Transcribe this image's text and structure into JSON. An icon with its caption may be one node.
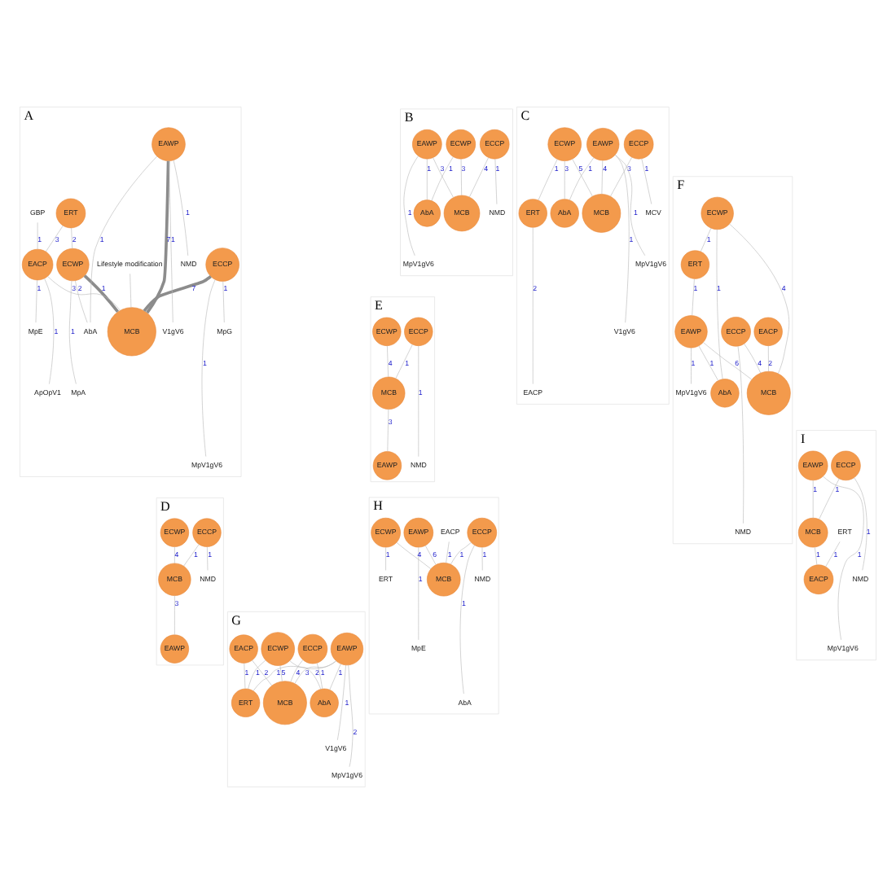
{
  "diagram": {
    "nodes": [
      {
        "text": [
          "A"
        ]
      },
      {
        "text": [
          "ECWP"
        ],
        "in": 0
      },
      {
        "text": [
          "ECCP"
        ],
        "in": 0
      },
      {
        "text": [
          "EAWP"
        ],
        "in": 0
      },
      {
        "text": [
          "ERT"
        ],
        "in": 0
      },
      {
        "text": [
          "EACP"
        ],
        "in": 0
      },
      {
        "text": [
          "GBP"
        ],
        "in": 0
      },
      {
        "text": [
          "ApOpV1"
        ],
        "in": 0
      },
      {
        "text": [
          "Lifestyle modification"
        ],
        "in": 0
      },
      {
        "text": [
          "AbA"
        ],
        "in": 0
      },
      {
        "text": [
          "MCB"
        ],
        "in": 0
      },
      {
        "text": [
          "V1gV6"
        ],
        "in": 0
      },
      {
        "text": [
          "MpA"
        ],
        "in": 0
      },
      {
        "text": [
          "NMD"
        ],
        "in": 0
      },
      {
        "text": [
          "MpE"
        ],
        "in": 0
      },
      {
        "text": [
          "MpG"
        ],
        "in": 0
      },
      {
        "text": [
          "MpV1gV6"
        ],
        "in": 0
      },
      {
        "text": [
          "B"
        ]
      },
      {
        "text": [
          "ECCP"
        ],
        "in": 17
      },
      {
        "text": [
          "EAWP"
        ],
        "in": 17
      },
      {
        "text": [
          "ECWP"
        ],
        "in": 17
      },
      {
        "text": [
          "AbA"
        ],
        "in": 17
      },
      {
        "text": [
          "MCB"
        ],
        "in": 17
      },
      {
        "text": [
          "NMD"
        ],
        "in": 17
      },
      {
        "text": [
          "MpV1gV6"
        ],
        "in": 17
      },
      {
        "text": [
          "C"
        ]
      },
      {
        "text": [
          "ECCP"
        ],
        "in": 25
      },
      {
        "text": [
          "EAWP"
        ],
        "in": 25
      },
      {
        "text": [
          "ECWP"
        ],
        "in": 25
      },
      {
        "text": [
          "EACP"
        ],
        "in": 25
      },
      {
        "text": [
          "ERT"
        ],
        "in": 25
      },
      {
        "text": [
          "AbA"
        ],
        "in": 25
      },
      {
        "text": [
          "MCB"
        ],
        "in": 25
      },
      {
        "text": [
          "V1gV6"
        ],
        "in": 25
      },
      {
        "text": [
          "MCV"
        ],
        "in": 25
      },
      {
        "text": [
          "MpV1gV6"
        ],
        "in": 25
      },
      {
        "text": [
          "D"
        ]
      },
      {
        "text": [
          "ECCP"
        ],
        "in": 36
      },
      {
        "text": [
          "ECWP"
        ],
        "in": 36
      },
      {
        "text": [
          "EAWP"
        ],
        "in": 36
      },
      {
        "text": [
          "MCB"
        ],
        "in": 36
      },
      {
        "text": [
          "NMD"
        ],
        "in": 36
      },
      {
        "text": [
          "E"
        ]
      },
      {
        "text": [
          "ECCP"
        ],
        "in": 42
      },
      {
        "text": [
          "ECWP"
        ],
        "in": 42
      },
      {
        "text": [
          "EAWP"
        ],
        "in": 42
      },
      {
        "text": [
          "MCB"
        ],
        "in": 42
      },
      {
        "text": [
          "NMD"
        ],
        "in": 42
      },
      {
        "text": [
          "F"
        ]
      },
      {
        "text": [
          "EAWP"
        ],
        "in": 48
      },
      {
        "text": [
          "ECCP"
        ],
        "in": 48
      },
      {
        "text": [
          "EACP"
        ],
        "in": 48
      },
      {
        "text": [
          "ECWP"
        ],
        "in": 48
      },
      {
        "text": [
          "AbA"
        ],
        "in": 48
      },
      {
        "text": [
          "ERT"
        ],
        "in": 48
      },
      {
        "text": [
          "NMD"
        ],
        "in": 48
      },
      {
        "text": [
          "MCB"
        ],
        "in": 48
      },
      {
        "text": [
          "MpV1gV6"
        ],
        "in": 48
      },
      {
        "text": [
          "G"
        ]
      },
      {
        "text": [
          "EAWP"
        ],
        "in": 58
      },
      {
        "text": [
          "ECCP"
        ],
        "in": 58
      },
      {
        "text": [
          "EACP"
        ],
        "in": 58
      },
      {
        "text": [
          "ECWP"
        ],
        "in": 58
      },
      {
        "text": [
          "AbA"
        ],
        "in": 58
      },
      {
        "text": [
          "ERT"
        ],
        "in": 58
      },
      {
        "text": [
          "V1gV6"
        ],
        "in": 58
      },
      {
        "text": [
          "MCB"
        ],
        "in": 58
      },
      {
        "text": [
          "MpV1gV6"
        ],
        "in": 58
      },
      {
        "text": [
          "H"
        ]
      },
      {
        "text": [
          "EAWP"
        ],
        "in": 68
      },
      {
        "text": [
          "ECCP"
        ],
        "in": 68
      },
      {
        "text": [
          "EACP"
        ],
        "in": 68
      },
      {
        "text": [
          "ECWP"
        ],
        "in": 68
      },
      {
        "text": [
          "AbA"
        ],
        "in": 68
      },
      {
        "text": [
          "ERT"
        ],
        "in": 68
      },
      {
        "text": [
          "NMD"
        ],
        "in": 68
      },
      {
        "text": [
          "MCB"
        ],
        "in": 68
      },
      {
        "text": [
          "MpE"
        ],
        "in": 68
      },
      {
        "text": [
          "I"
        ]
      },
      {
        "text": [
          "ECCP"
        ],
        "in": 78
      },
      {
        "text": [
          "EAWP"
        ],
        "in": 78
      },
      {
        "text": [
          "ERT"
        ],
        "in": 78
      },
      {
        "text": [
          "EACP"
        ],
        "in": 78
      },
      {
        "text": [
          "MCB"
        ],
        "in": 78
      },
      {
        "text": [
          "NMD"
        ],
        "in": 78
      },
      {
        "text": [
          "MpV1gV6"
        ],
        "in": 78
      }
    ],
    "edges": [
      {
        "from": 4,
        "to": 1,
        "arrow": "none",
        "label": "2"
      },
      {
        "from": 4,
        "to": 5,
        "arrow": "none",
        "label": "3"
      },
      {
        "from": 1,
        "to": 10,
        "arrow": "none",
        "label": "1",
        "style": "thick"
      },
      {
        "from": 2,
        "to": 10,
        "arrow": "none",
        "label": "7",
        "style": "thick"
      },
      {
        "from": 3,
        "to": 10,
        "arrow": "none",
        "label": "7",
        "style": "thick"
      },
      {
        "from": 5,
        "to": 10,
        "arrow": "none",
        "label": "3"
      },
      {
        "from": 8,
        "to": 10,
        "arrow": "none"
      },
      {
        "from": 6,
        "to": 5,
        "arrow": "none",
        "label": "1"
      },
      {
        "from": 1,
        "to": 9,
        "arrow": "none",
        "label": "2"
      },
      {
        "from": 5,
        "to": 7,
        "arrow": "none",
        "label": "1"
      },
      {
        "from": 3,
        "to": 11,
        "arrow": "none",
        "label": "1"
      },
      {
        "from": 2,
        "to": 15,
        "arrow": "none",
        "label": "1"
      },
      {
        "from": 3,
        "to": 13,
        "arrow": "none",
        "label": "1"
      },
      {
        "from": 2,
        "to": 16,
        "arrow": "none",
        "label": "1"
      },
      {
        "from": 5,
        "to": 14,
        "arrow": "none",
        "label": "1"
      },
      {
        "from": 1,
        "to": 12,
        "arrow": "none",
        "label": "1"
      },
      {
        "from": 3,
        "to": 9,
        "arrow": "none",
        "label": "1"
      },
      {
        "from": 20,
        "to": 22,
        "arrow": "none",
        "label": "3"
      },
      {
        "from": 18,
        "to": 22,
        "arrow": "none",
        "label": "4"
      },
      {
        "from": 19,
        "to": 22,
        "arrow": "none",
        "label": "3"
      },
      {
        "from": 20,
        "to": 21,
        "arrow": "none",
        "label": "1"
      },
      {
        "from": 19,
        "to": 21,
        "arrow": "none",
        "label": "1"
      },
      {
        "from": 18,
        "to": 23,
        "arrow": "none",
        "label": "1"
      },
      {
        "from": 19,
        "to": 24,
        "arrow": "none",
        "label": "1"
      },
      {
        "from": 28,
        "to": 30,
        "arrow": "none",
        "label": "1"
      },
      {
        "from": 28,
        "to": 32,
        "arrow": "none",
        "label": "5"
      },
      {
        "from": 26,
        "to": 32,
        "arrow": "none",
        "label": "3"
      },
      {
        "from": 27,
        "to": 32,
        "arrow": "none",
        "label": "4"
      },
      {
        "from": 30,
        "to": 29,
        "arrow": "none",
        "label": "2"
      },
      {
        "from": 28,
        "to": 31,
        "arrow": "none",
        "label": "3"
      },
      {
        "from": 26,
        "to": 34,
        "arrow": "none",
        "label": "1"
      },
      {
        "from": 27,
        "to": 35,
        "arrow": "none",
        "label": "1"
      },
      {
        "from": 27,
        "to": 33,
        "arrow": "none",
        "label": "1"
      },
      {
        "from": 27,
        "to": 31,
        "arrow": "none",
        "label": "1"
      },
      {
        "from": 38,
        "to": 40,
        "arrow": "none",
        "label": "4"
      },
      {
        "from": 37,
        "to": 40,
        "arrow": "none",
        "label": "1"
      },
      {
        "from": 37,
        "to": 41,
        "arrow": "none",
        "label": "1"
      },
      {
        "from": 40,
        "to": 39,
        "arrow": "none",
        "label": "3"
      },
      {
        "from": 44,
        "to": 46,
        "arrow": "none",
        "label": "4"
      },
      {
        "from": 43,
        "to": 46,
        "arrow": "none",
        "label": "1"
      },
      {
        "from": 43,
        "to": 47,
        "arrow": "none",
        "label": "1"
      },
      {
        "from": 46,
        "to": 45,
        "arrow": "none",
        "label": "3"
      },
      {
        "from": 50,
        "to": 56,
        "arrow": "none",
        "label": "4"
      },
      {
        "from": 49,
        "to": 56,
        "arrow": "none",
        "label": "6"
      },
      {
        "from": 52,
        "to": 56,
        "arrow": "none",
        "label": "4"
      },
      {
        "from": 52,
        "to": 54,
        "arrow": "none",
        "label": "1"
      },
      {
        "from": 54,
        "to": 49,
        "arrow": "none",
        "label": "1"
      },
      {
        "from": 51,
        "to": 56,
        "arrow": "none",
        "label": "2"
      },
      {
        "from": 52,
        "to": 53,
        "arrow": "none",
        "label": "1"
      },
      {
        "from": 49,
        "to": 53,
        "arrow": "none",
        "label": "1"
      },
      {
        "from": 50,
        "to": 55,
        "arrow": "none"
      },
      {
        "from": 49,
        "to": 57,
        "arrow": "none",
        "label": "1"
      },
      {
        "from": 62,
        "to": 64,
        "arrow": "none",
        "label": "1"
      },
      {
        "from": 62,
        "to": 66,
        "arrow": "none",
        "label": "5"
      },
      {
        "from": 60,
        "to": 66,
        "arrow": "none",
        "label": "4"
      },
      {
        "from": 59,
        "to": 66,
        "arrow": "none",
        "label": "3"
      },
      {
        "from": 61,
        "to": 66,
        "arrow": "none",
        "label": "2"
      },
      {
        "from": 61,
        "to": 64,
        "arrow": "none",
        "label": "1"
      },
      {
        "from": 62,
        "to": 63,
        "arrow": "none",
        "label": "2"
      },
      {
        "from": 60,
        "to": 63,
        "arrow": "none",
        "label": "1"
      },
      {
        "from": 59,
        "to": 63,
        "arrow": "none",
        "label": "1"
      },
      {
        "from": 59,
        "to": 65,
        "arrow": "none",
        "label": "1"
      },
      {
        "from": 59,
        "to": 67,
        "arrow": "none",
        "label": "2"
      },
      {
        "from": 59,
        "to": 64,
        "arrow": "none",
        "label": "1"
      },
      {
        "from": 72,
        "to": 74,
        "arrow": "none",
        "label": "1"
      },
      {
        "from": 72,
        "to": 76,
        "arrow": "none",
        "label": "4"
      },
      {
        "from": 70,
        "to": 76,
        "arrow": "none",
        "label": "1"
      },
      {
        "from": 69,
        "to": 76,
        "arrow": "none",
        "label": "6"
      },
      {
        "from": 69,
        "to": 77,
        "arrow": "none",
        "label": "1"
      },
      {
        "from": 70,
        "to": 73,
        "arrow": "none",
        "label": "1"
      },
      {
        "from": 70,
        "to": 75,
        "arrow": "none",
        "label": "1"
      },
      {
        "from": 71,
        "to": 76,
        "arrow": "none",
        "label": "1"
      },
      {
        "from": 79,
        "to": 83,
        "arrow": "none",
        "label": "1"
      },
      {
        "from": 80,
        "to": 83,
        "arrow": "none",
        "label": "1"
      },
      {
        "from": 79,
        "to": 84,
        "arrow": "none",
        "label": "1"
      },
      {
        "from": 81,
        "to": 82,
        "arrow": "none",
        "label": "1"
      },
      {
        "from": 83,
        "to": 82,
        "arrow": "none",
        "label": "1"
      },
      {
        "from": 80,
        "to": 85,
        "arrow": "none",
        "label": "1"
      }
    ]
  }
}
